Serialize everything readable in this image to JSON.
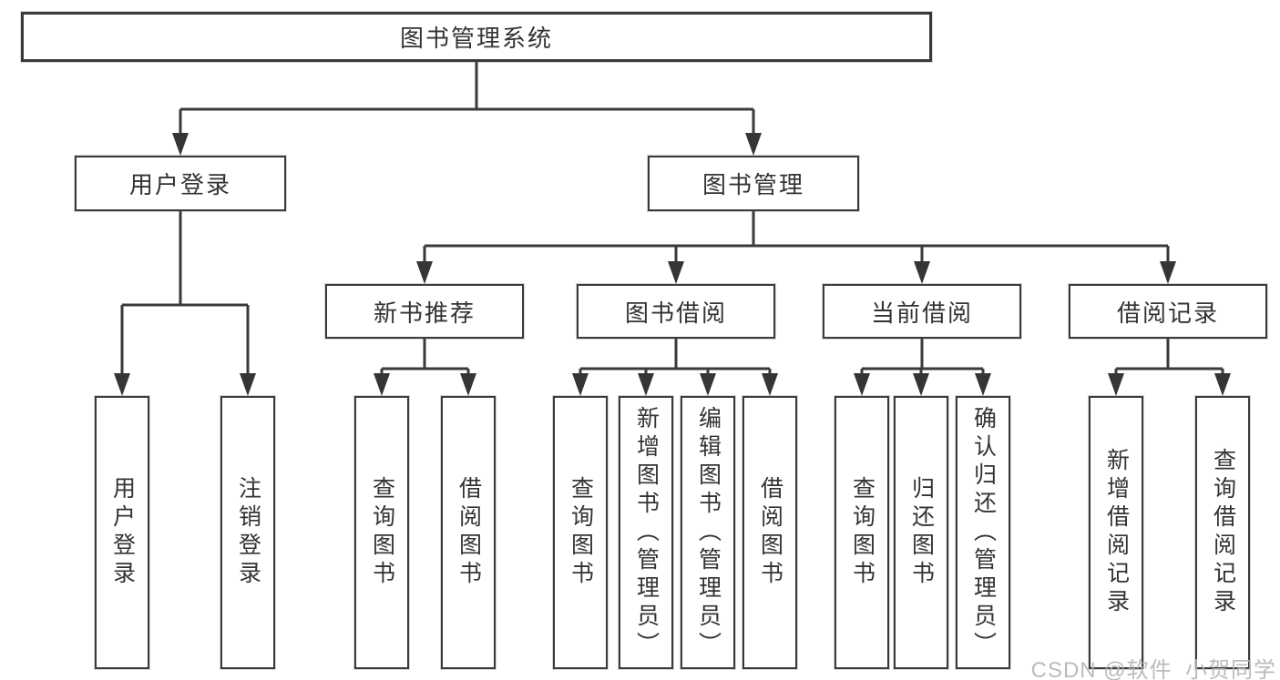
{
  "diagram_title": "图书管理系统",
  "tree": {
    "label": "图书管理系统",
    "children": [
      {
        "label": "用户登录",
        "children": [
          {
            "label": "用户登录"
          },
          {
            "label": "注销登录"
          }
        ]
      },
      {
        "label": "图书管理",
        "children": [
          {
            "label": "新书推荐",
            "children": [
              {
                "label": "查询图书"
              },
              {
                "label": "借阅图书"
              }
            ]
          },
          {
            "label": "图书借阅",
            "children": [
              {
                "label": "查询图书"
              },
              {
                "label": "新增图书（管理员）"
              },
              {
                "label": "编辑图书（管理员）"
              },
              {
                "label": "借阅图书"
              }
            ]
          },
          {
            "label": "当前借阅",
            "children": [
              {
                "label": "查询图书"
              },
              {
                "label": "归还图书"
              },
              {
                "label": "确认归还（管理员）"
              }
            ]
          },
          {
            "label": "借阅记录",
            "children": [
              {
                "label": "新增借阅记录"
              },
              {
                "label": "查询借阅记录"
              }
            ]
          }
        ]
      }
    ]
  },
  "watermark": {
    "text": "CSDN @软件_小贺同学"
  },
  "colors": {
    "line": "#3a3a3a",
    "box_border": "#3a3a3a",
    "text": "#333333",
    "watermark": "#b4b4b4",
    "background": "#ffffff"
  }
}
